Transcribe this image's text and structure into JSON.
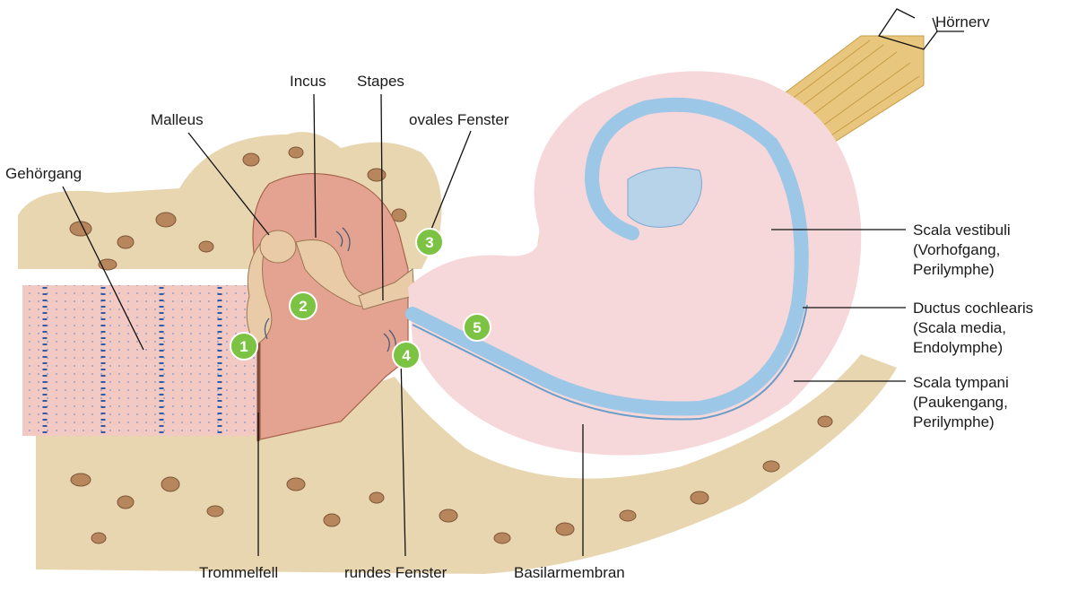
{
  "colors": {
    "bone": "#e8d6b0",
    "canal_tissue": "#f3c9c3",
    "middle_ear": "#e4a390",
    "ossicle": "#eacba8",
    "scala": "#f6d8da",
    "duct": "#9dc7e6",
    "nerve": "#e9c67d",
    "marker": "#7cc243"
  },
  "labels": {
    "hoernerv": "Hörnerv",
    "incus": "Incus",
    "stapes": "Stapes",
    "malleus": "Malleus",
    "ovales_fenster": "ovales Fenster",
    "gehoergang": "Gehörgang",
    "scala_vestibuli": [
      "Scala vestibuli",
      "(Vorhofgang,",
      "Perilymphe)"
    ],
    "ductus_cochlearis": [
      "Ductus cochlearis",
      "(Scala media,",
      "Endolymphe)"
    ],
    "scala_tympani": [
      "Scala tympani",
      "(Paukengang,",
      "Perilymphe)"
    ],
    "trommelfell": "Trommelfell",
    "rundes_fenster": "rundes Fenster",
    "basilarmembran": "Basilarmembran"
  },
  "markers": [
    "1",
    "2",
    "3",
    "4",
    "5"
  ]
}
